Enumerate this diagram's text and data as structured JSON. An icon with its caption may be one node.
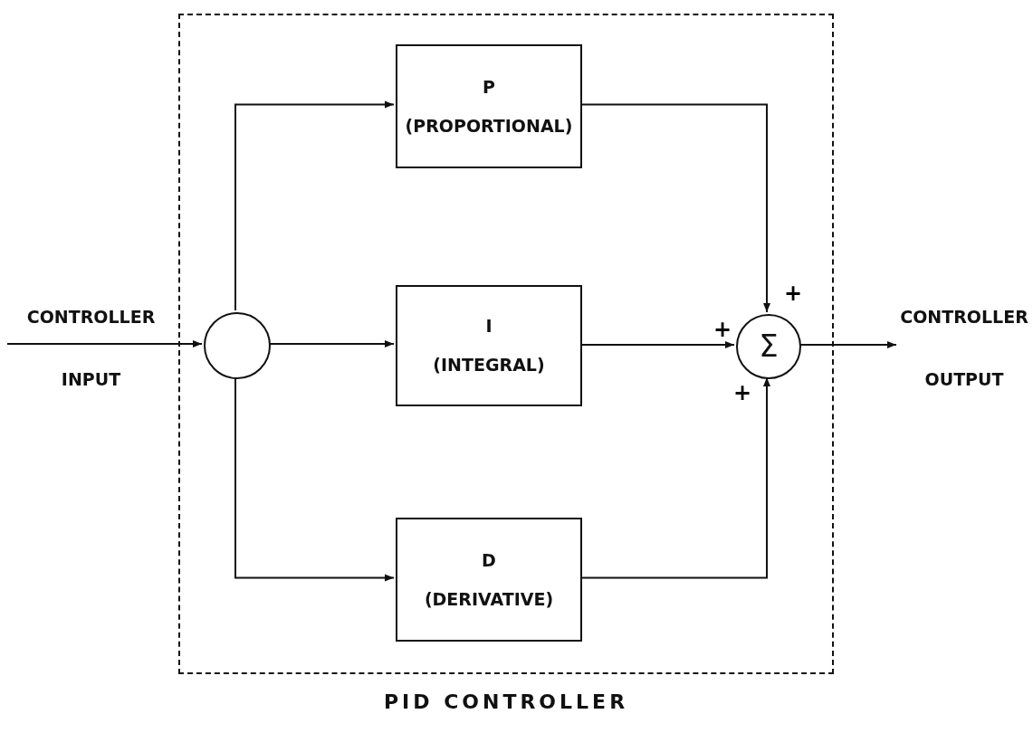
{
  "diagram": {
    "nodes": [
      {
        "text": [
          "PID CONTROLLER"
        ]
      },
      {
        "text": [
          "CONTROLLER",
          "INPUT"
        ]
      },
      {
        "text": [],
        "shape": "circle",
        "in": 0
      },
      {
        "text": [
          "P",
          "(PROPORTIONAL)"
        ],
        "in": 0
      },
      {
        "text": [
          "I",
          "(INTEGRAL)"
        ],
        "in": 0
      },
      {
        "text": [
          "D",
          "(DERIVATIVE)"
        ],
        "in": 0
      },
      {
        "text": [
          "Σ"
        ],
        "in": 0
      },
      {
        "text": [
          "CONTROLLER",
          "OUTPUT"
        ]
      }
    ],
    "edges": [
      {
        "from": 1,
        "to": 2,
        "arrow": "to"
      },
      {
        "from": 2,
        "to": 3,
        "arrow": "to"
      },
      {
        "from": 2,
        "to": 4,
        "arrow": "to"
      },
      {
        "from": 2,
        "to": 5,
        "arrow": "to"
      },
      {
        "from": 3,
        "to": 6,
        "arrow": "to"
      },
      {
        "from": 4,
        "to": 6,
        "arrow": "to"
      },
      {
        "from": 5,
        "to": 6,
        "arrow": "to"
      },
      {
        "from": 6,
        "to": 7,
        "arrow": "to"
      }
    ],
    "labels": [
      "+",
      "+",
      "+"
    ]
  }
}
